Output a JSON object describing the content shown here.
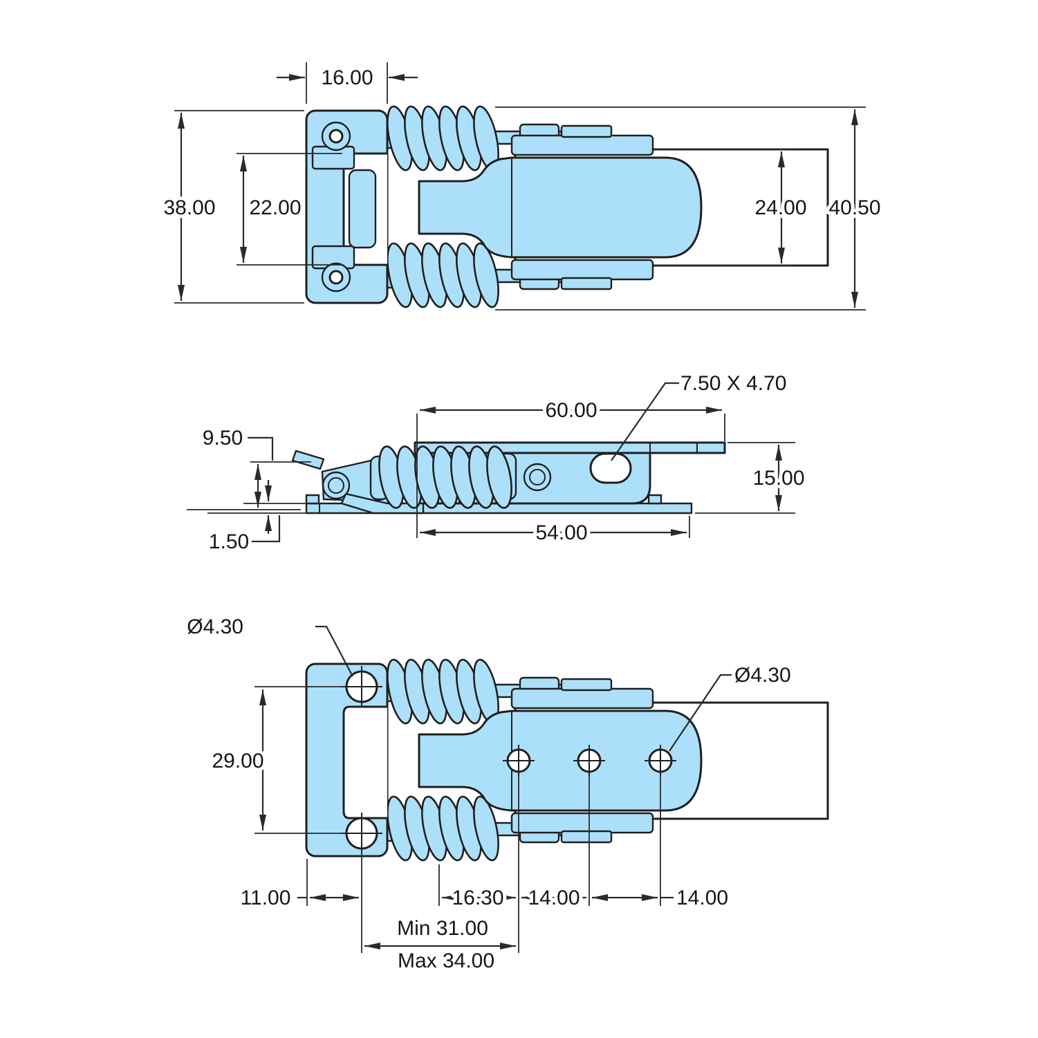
{
  "colors": {
    "part_fill": "#ACE0FA",
    "outline": "#1F1F1F",
    "dimension": "#2A2A2A",
    "background": "#FFFFFF"
  },
  "views": {
    "top": {
      "dims": {
        "bracket_width": "16.00",
        "bracket_height": "38.00",
        "opening_height": "22.00",
        "lever_height": "24.00",
        "overall_height": "40.50"
      }
    },
    "side": {
      "dims": {
        "slot_size": "7.50 X 4.70",
        "body_length": "60.00",
        "hook_height": "9.50",
        "body_height": "15.00",
        "base_thickness": "1.50",
        "base_length": "54.00"
      }
    },
    "bottom": {
      "dims": {
        "bracket_hole_dia": "Ø4.30",
        "lever_hole_dia": "Ø4.30",
        "bracket_hole_spacing": "29.00",
        "bracket_hole_offset": "11.00",
        "pivot_to_first_hole": "16.30",
        "hole_pitch_1": "14.00",
        "hole_pitch_2": "14.00",
        "latch_min": "Min 31.00",
        "latch_max": "Max 34.00"
      }
    }
  }
}
